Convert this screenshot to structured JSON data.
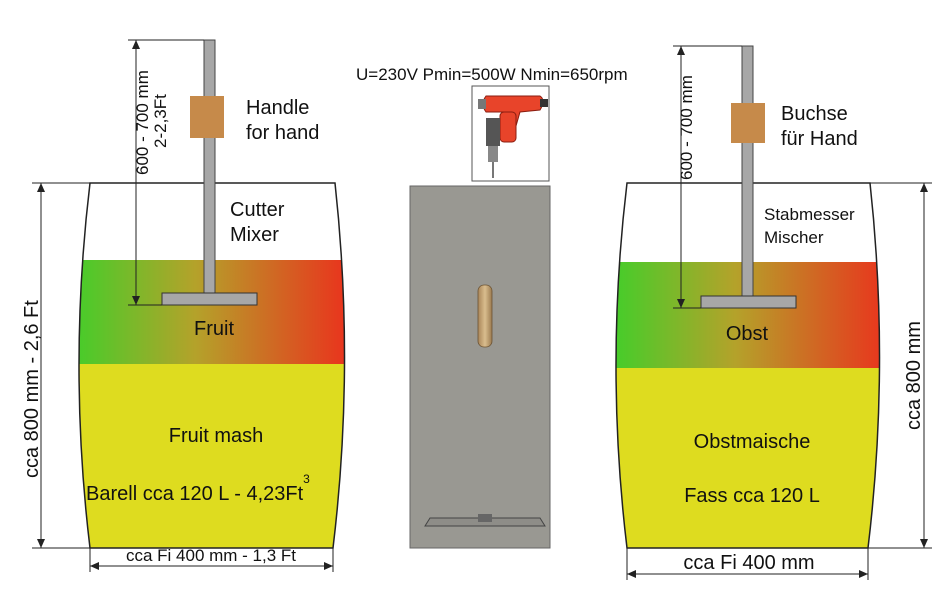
{
  "top_spec": "U=230V  Pmin=500W  Nmin=650rpm",
  "left": {
    "rod_length": "600 - 700 mm",
    "rod_length_ft": "2-2,3Ft",
    "handle_line1": "Handle",
    "handle_line2": "for hand",
    "cutter_line1": "Cutter",
    "cutter_line2": "Mixer",
    "fruit": "Fruit",
    "mash": "Fruit mash",
    "barrel": "Barell cca 120 L - 4,23Ft",
    "barrel_sup": "3",
    "height": "cca 800 mm - 2,6 Ft",
    "width": "cca Fi 400 mm - 1,3 Ft"
  },
  "right": {
    "rod_length": "600 - 700 mm",
    "handle_line1": "Buchse",
    "handle_line2": "für Hand",
    "cutter_line1": "Stabmesser",
    "cutter_line2": "Mischer",
    "fruit": "Obst",
    "mash": "Obstmaische",
    "barrel": "Fass cca 120 L",
    "height": "cca 800 mm",
    "width": "cca Fi 400 mm"
  },
  "colors": {
    "fruit_green": "#38d22a",
    "fruit_red": "#ee2a1c",
    "mash_yellow": "#dedc1f",
    "handle_brown": "#c68a4a",
    "rod_gray": "#a7a7a7",
    "drill_red": "#e8442a",
    "photo_bg": "#999892"
  }
}
